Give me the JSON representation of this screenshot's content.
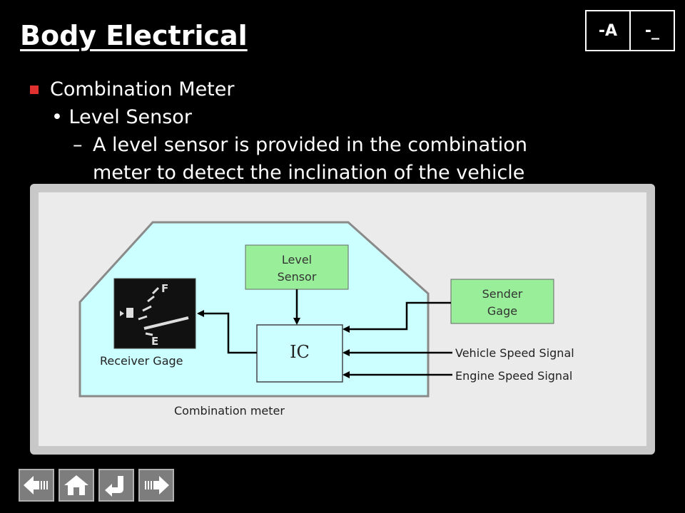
{
  "header": {
    "title": "Body Electrical",
    "tag_left": "-A",
    "tag_right": "-_"
  },
  "bullets": {
    "level1": "Combination Meter",
    "level2": "Level Sensor",
    "level3_dash": "–",
    "level3_line1": "A level sensor is provided in the combination",
    "level3_line2": "meter to detect the inclination of the vehicle"
  },
  "diagram": {
    "level_sensor_line1": "Level",
    "level_sensor_line2": "Sensor",
    "sender_gage_line1": "Sender",
    "sender_gage_line2": "Gage",
    "ic": "IC",
    "receiver_gage": "Receiver Gage",
    "vehicle_speed_signal": "Vehicle Speed Signal",
    "engine_speed_signal": "Engine Speed Signal",
    "combination_meter": "Combination meter",
    "gauge_full": "F",
    "gauge_empty": "E",
    "colors": {
      "meter_body": "#ccffff",
      "box_green": "#99ee99",
      "panel": "#ebebeb"
    }
  },
  "nav": {
    "prev": "prev-icon",
    "home": "home-icon",
    "back": "return-icon",
    "next": "next-icon"
  }
}
